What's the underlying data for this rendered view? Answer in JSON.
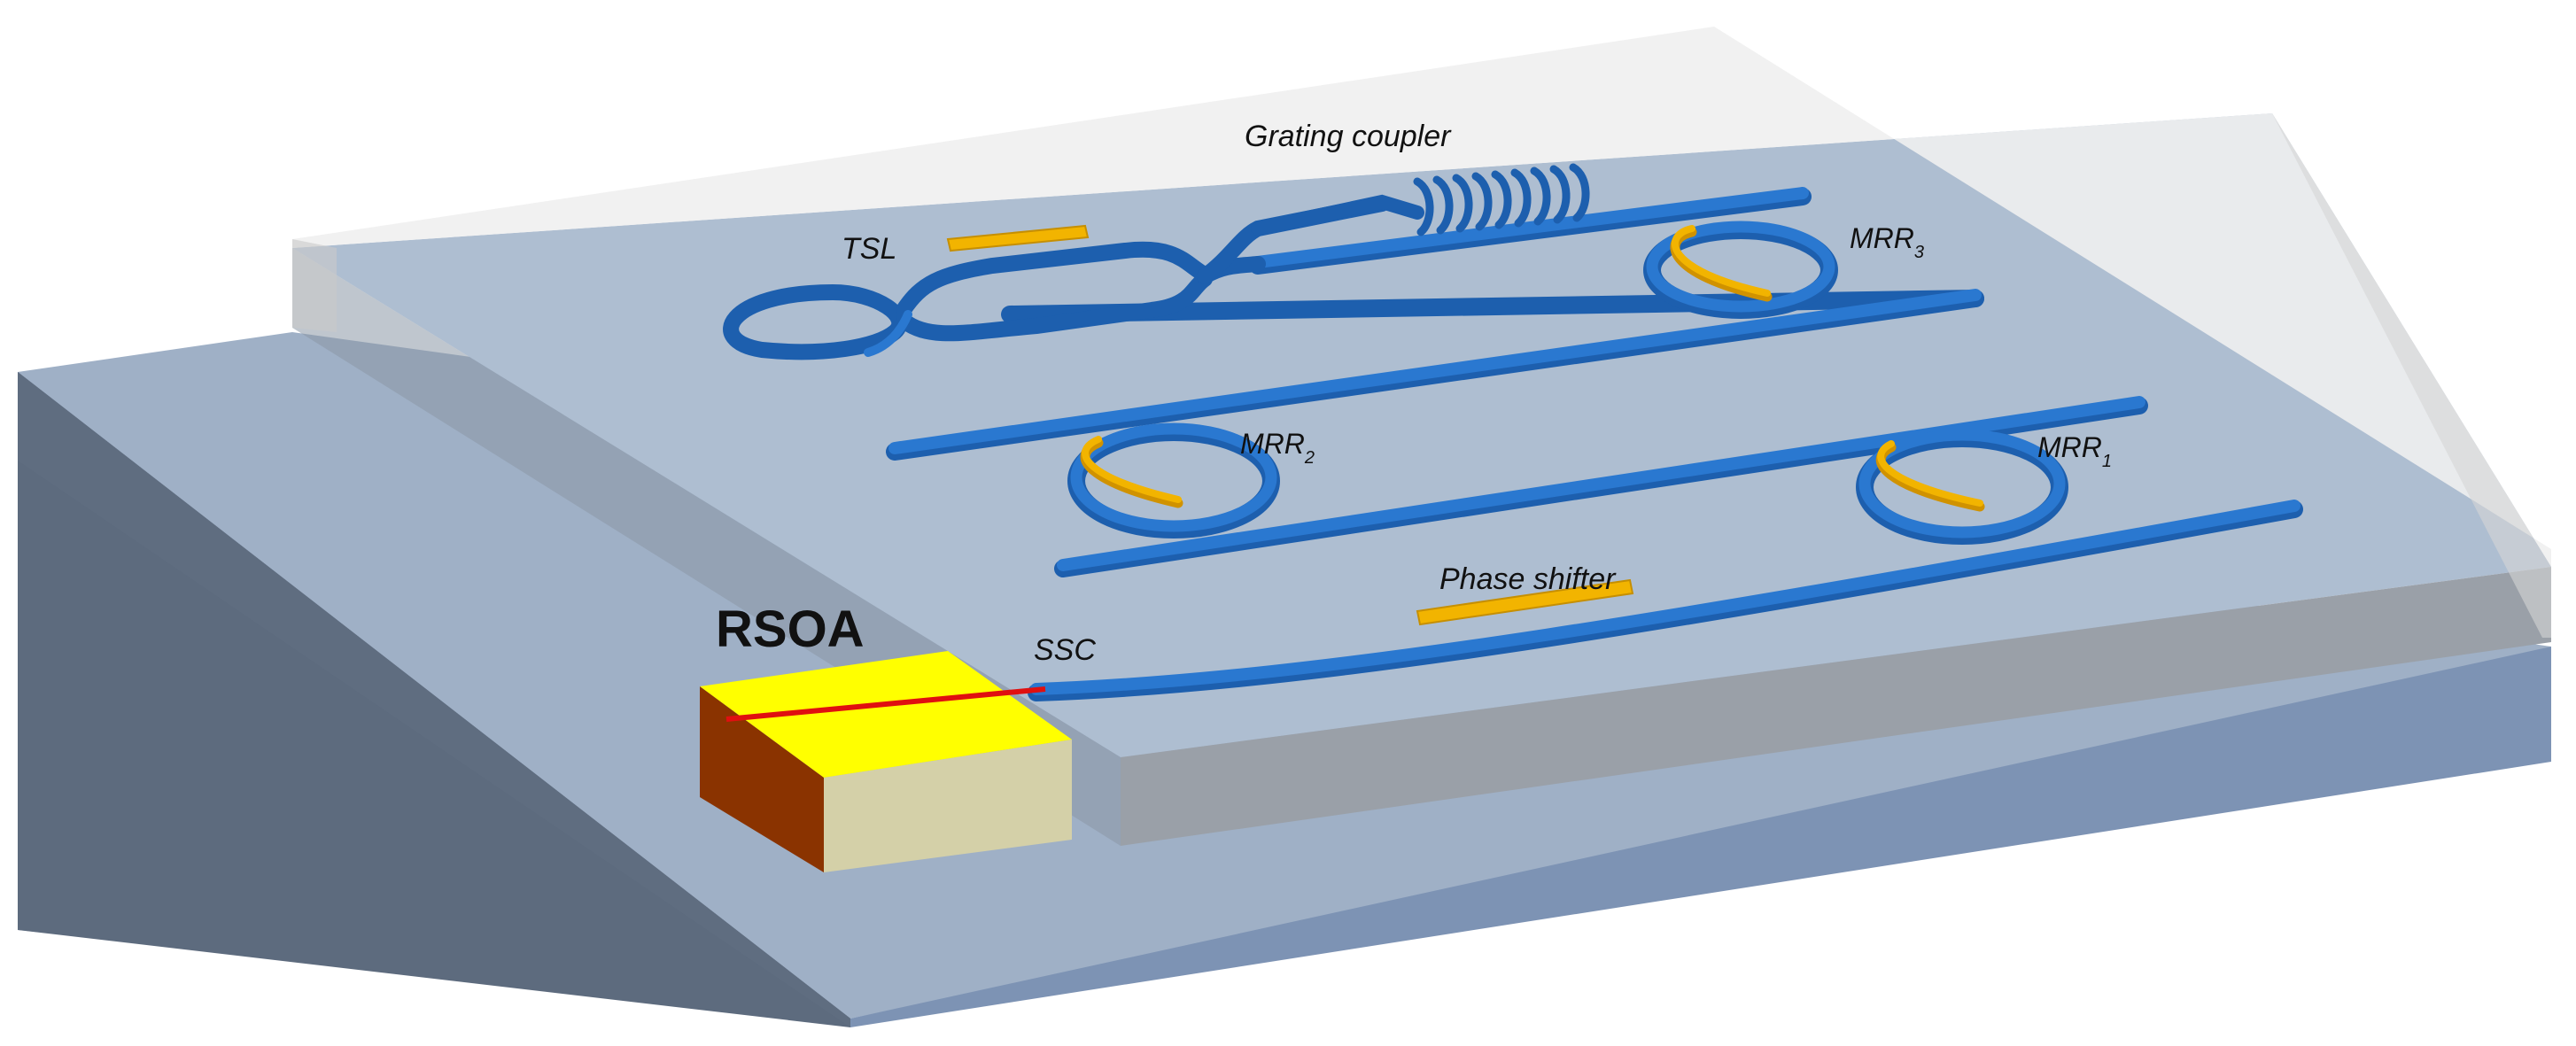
{
  "labels": {
    "grating_coupler": "Grating coupler",
    "tsl": "TSL",
    "mrr3": "MRR",
    "mrr3_sub": "3",
    "mrr2": "MRR",
    "mrr2_sub": "2",
    "mrr1": "MRR",
    "mrr1_sub": "1",
    "phase_shifter": "Phase shifter",
    "ssc": "SSC",
    "rsoa": "RSOA"
  },
  "colors": {
    "waveguide": "#2a78d0",
    "waveguide_dark": "#1d5fae",
    "heater": "#f2b400",
    "substrate_top": "#9fb0c6",
    "substrate_left": "#5d6b7e",
    "substrate_front": "#7d93b4",
    "chip_top": "#aebed1",
    "glass": "#e9e9e9",
    "rsoa_top": "#ffff00",
    "rsoa_front": "#d4d0a8",
    "rsoa_side": "#8a3300",
    "rsoa_stripe": "#e01010"
  }
}
